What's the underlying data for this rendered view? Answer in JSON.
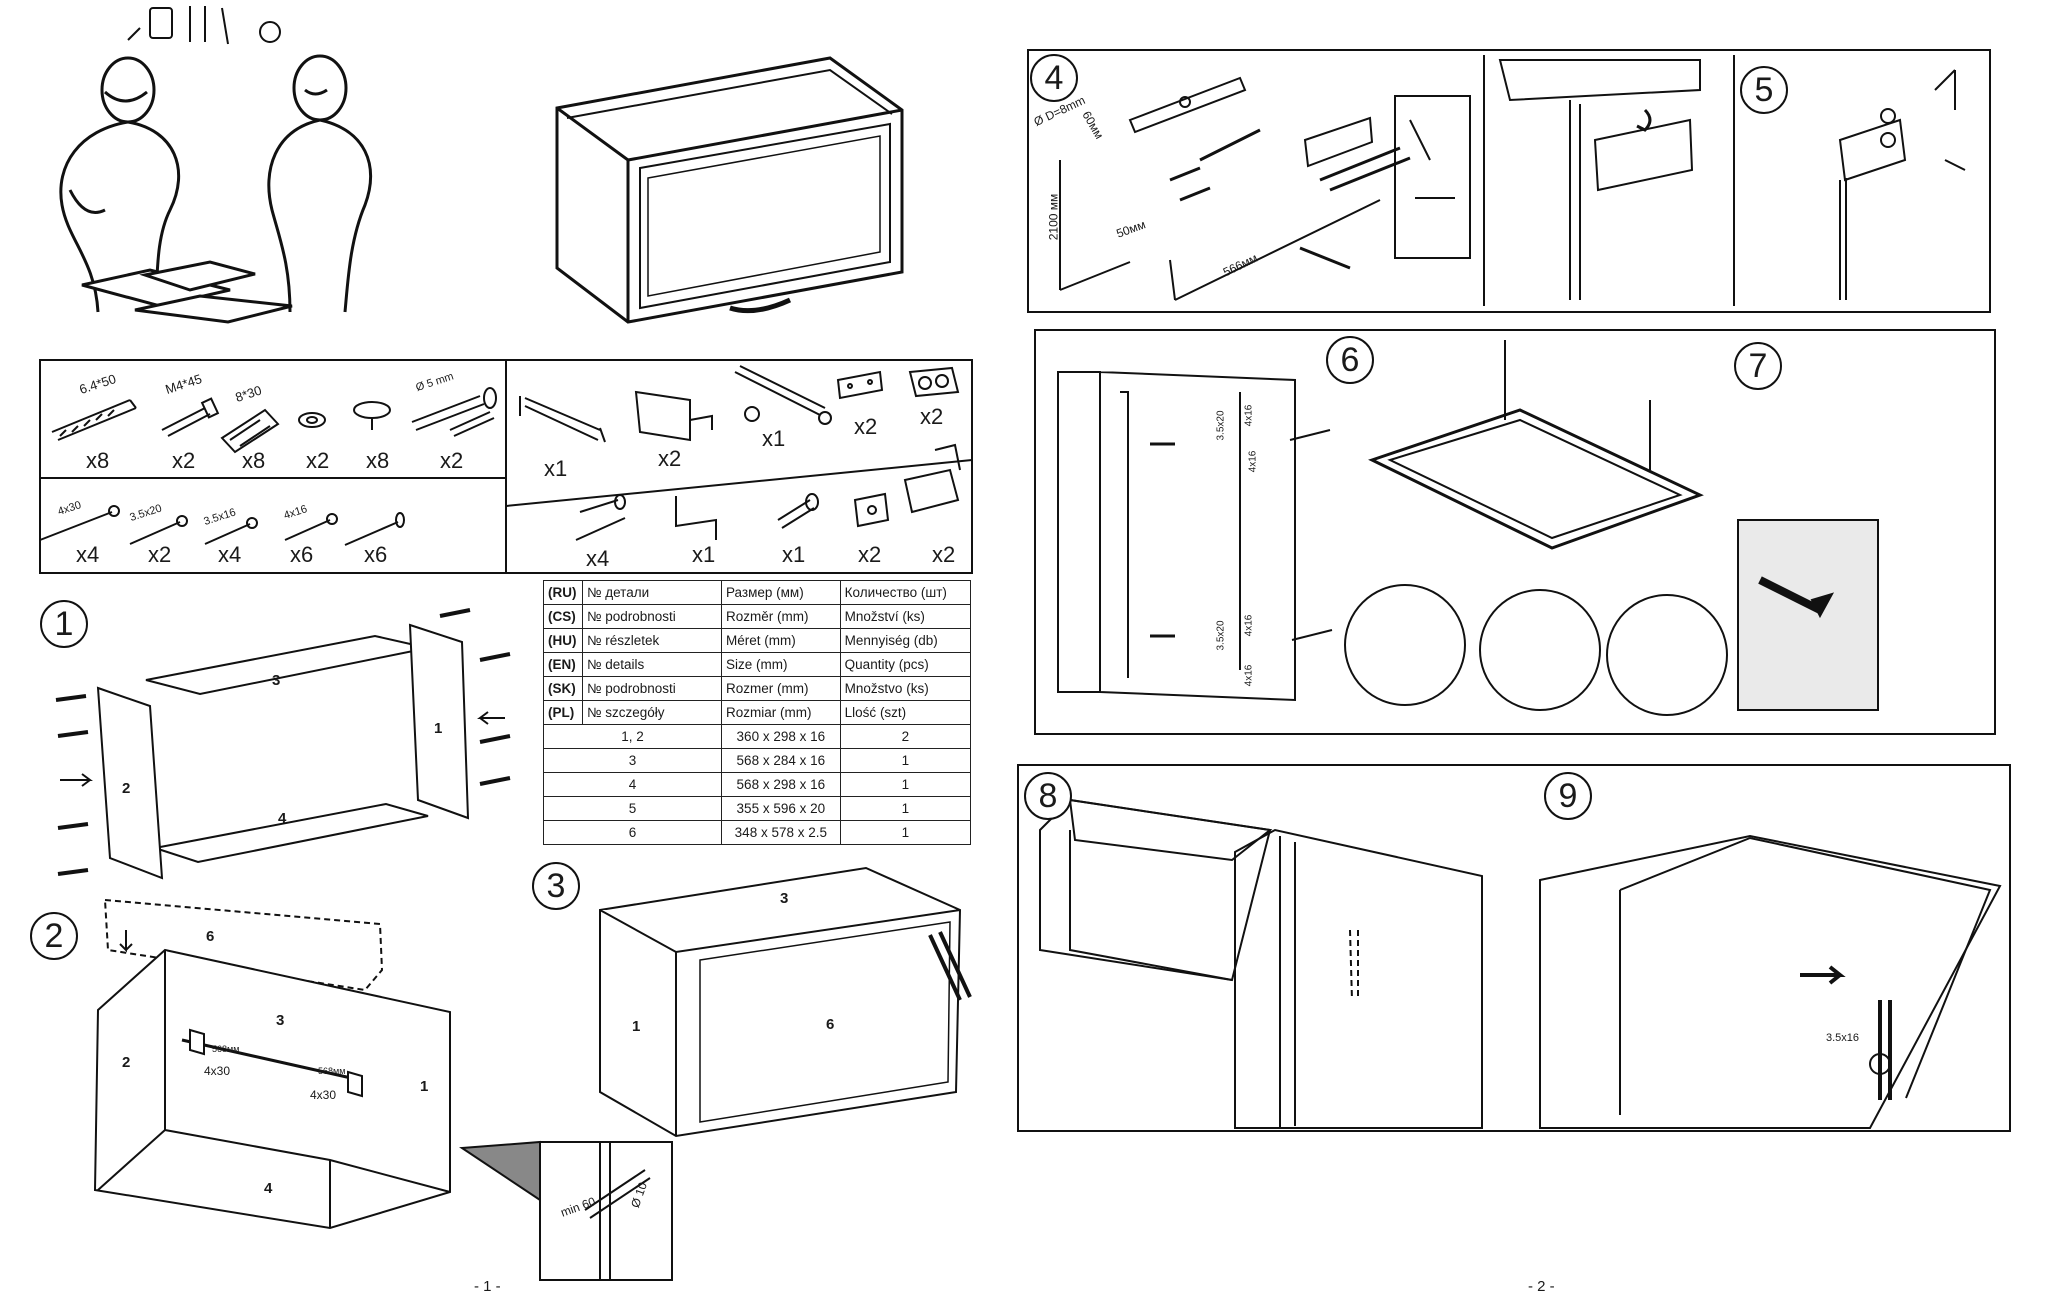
{
  "hardware": {
    "row1": [
      {
        "spec": "6.4*50",
        "qty": "x8",
        "icon": "long-screw-icon"
      },
      {
        "spec": "M4*45",
        "qty": "x2",
        "icon": "bolt-icon"
      },
      {
        "spec": "8*30",
        "qty": "x8",
        "icon": "dowel-icon"
      },
      {
        "spec": "",
        "qty": "x2",
        "icon": "washer-icon"
      },
      {
        "spec": "",
        "qty": "x8",
        "icon": "shelf-pin-icon"
      },
      {
        "spec": "Ø 5 mm",
        "qty": "x2",
        "icon": "cam-bolt-icon"
      },
      {
        "spec": "",
        "qty": "x1",
        "icon": "handle-icon"
      },
      {
        "spec": "",
        "qty": "x2",
        "icon": "hanging-bracket-icon"
      },
      {
        "spec": "",
        "qty": "x1",
        "icon": "gas-lift-icon"
      },
      {
        "spec": "",
        "qty": "x2",
        "icon": "wall-rail-icon"
      },
      {
        "spec": "",
        "qty": "x2",
        "icon": "bumper-icon"
      }
    ],
    "row2": [
      {
        "spec": "4x30",
        "qty": "x4",
        "icon": "screw-4x30-icon"
      },
      {
        "spec": "3.5x20",
        "qty": "x2",
        "icon": "screw-3.5x20-icon"
      },
      {
        "spec": "3.5x16",
        "qty": "x4",
        "icon": "screw-3.5x16-icon"
      },
      {
        "spec": "4x16",
        "qty": "x6",
        "icon": "screw-4x16-icon"
      },
      {
        "spec": "",
        "qty": "x6",
        "icon": "nail-icon"
      },
      {
        "spec": "",
        "qty": "x4",
        "icon": "anchor-screw-icon"
      },
      {
        "spec": "",
        "qty": "x1",
        "icon": "allen-key-icon"
      },
      {
        "spec": "",
        "qty": "x1",
        "icon": "cam-lock-icon"
      },
      {
        "spec": "",
        "qty": "x2",
        "icon": "hinge-plate-icon"
      },
      {
        "spec": "",
        "qty": "x2",
        "icon": "hinge-icon"
      }
    ]
  },
  "parts_table": {
    "header": [
      {
        "code": "(RU)",
        "part": "№ детали",
        "size": "Размер  (мм)",
        "qty": "Количество (шт)"
      },
      {
        "code": "(CS)",
        "part": "№ podrobnosti",
        "size": "Rozměr (mm)",
        "qty": "Množství (ks)"
      },
      {
        "code": "(HU)",
        "part": "№ részletek",
        "size": "Méret (mm)",
        "qty": "Mennyiség (db)"
      },
      {
        "code": "(EN)",
        "part": "№ details",
        "size": "Size (mm)",
        "qty": "Quantity  (pcs)"
      },
      {
        "code": "(SK)",
        "part": "№ podrobnosti",
        "size": "Rozmer (mm)",
        "qty": "Množstvo (ks)"
      },
      {
        "code": "(PL)",
        "part": "№ szczegóły",
        "size": "Rozmiar (mm)",
        "qty": "Llość (szt)"
      }
    ],
    "rows": [
      {
        "part": "1, 2",
        "size": "360 x 298 x 16",
        "qty": "2"
      },
      {
        "part": "3",
        "size": "568 x 284 x 16",
        "qty": "1"
      },
      {
        "part": "4",
        "size": "568 x 298 x 16",
        "qty": "1"
      },
      {
        "part": "5",
        "size": "355 x 596 x 20",
        "qty": "1"
      },
      {
        "part": "6",
        "size": "348 x 578 x 2.5",
        "qty": "1"
      }
    ]
  },
  "steps": {
    "s1": "1",
    "s2": "2",
    "s3": "3",
    "s4": "4",
    "s5": "5",
    "s6": "6",
    "s7": "7",
    "s8": "8",
    "s9": "9"
  },
  "step1": {
    "p1": "1",
    "p2": "2",
    "p3": "3",
    "p4": "4"
  },
  "step2": {
    "p1": "1",
    "p2": "2",
    "p3": "3",
    "p4": "4",
    "p6": "6",
    "screw_a": "4x30",
    "screw_b": "4x30",
    "rail_a": "568мм",
    "rail_b": "568мм",
    "detail_dim": "min 60",
    "detail_dia": "Ø 10"
  },
  "step3": {
    "p1": "1",
    "p3": "3",
    "p6": "6"
  },
  "step4": {
    "drill": "Ø D=8mm",
    "d60": "60мм",
    "d50": "50мм",
    "h2100": "2100 мм",
    "w566": "566мм"
  },
  "step6": {
    "s1": "3.5x20",
    "s2": "4x16",
    "s3": "4x16",
    "s4": "3.5x20",
    "s5": "4x16",
    "s6": "4x16"
  },
  "step9": {
    "screw": "3.5x16"
  },
  "pages": {
    "left": "- 1 -",
    "right": "- 2 -"
  }
}
